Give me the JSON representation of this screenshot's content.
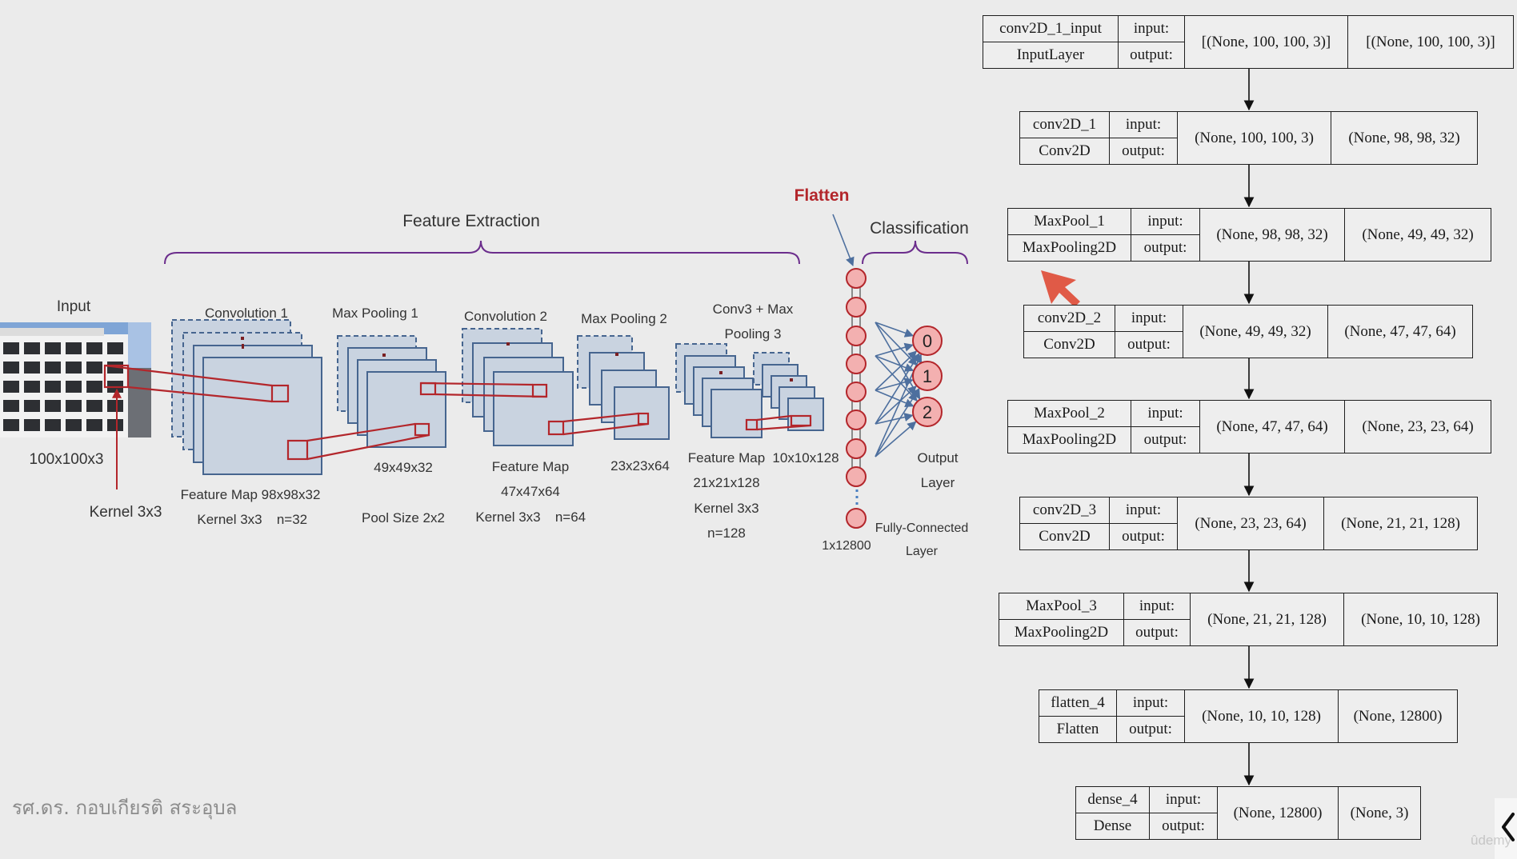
{
  "slide": {
    "sections": {
      "feature_extraction": "Feature Extraction",
      "flatten": "Flatten",
      "classification": "Classification"
    },
    "input": {
      "label": "Input",
      "size": "100x100x3",
      "kernel": "Kernel 3x3"
    },
    "conv1": {
      "title": "Convolution 1",
      "feature_map": "Feature Map 98x98x32",
      "kernel": "Kernel 3x3",
      "filters": "n=32"
    },
    "pool1": {
      "title": "Max Pooling 1",
      "size": "49x49x32",
      "pool": "Pool Size 2x2"
    },
    "conv2": {
      "title": "Convolution 2",
      "feature_map_label": "Feature Map",
      "feature_map_size": "47x47x64",
      "kernel": "Kernel 3x3",
      "filters": "n=64"
    },
    "pool2": {
      "title": "Max Pooling 2",
      "size": "23x23x64"
    },
    "conv3": {
      "title_line1": "Conv3 + Max",
      "title_line2": "Pooling 3",
      "feature_map_label": "Feature Map",
      "feature_map_size": "21x21x128",
      "kernel": "Kernel 3x3",
      "filters": "n=128",
      "pooled_size": "10x10x128"
    },
    "flatten_size": "1x12800",
    "output": {
      "classes": [
        "0",
        "1",
        "2"
      ],
      "label_line1": "Output",
      "label_line2": "Layer"
    },
    "fully_connected": {
      "line1": "Fully-Connected",
      "line2": "Layer"
    }
  },
  "model": {
    "input_label": "input:",
    "output_label": "output:",
    "layers": [
      {
        "name": "conv2D_1_input",
        "class_name": "InputLayer",
        "input_shape": "[(None, 100, 100, 3)]",
        "output_shape": "[(None, 100, 100, 3)]"
      },
      {
        "name": "conv2D_1",
        "class_name": "Conv2D",
        "input_shape": "(None, 100, 100, 3)",
        "output_shape": "(None, 98, 98, 32)"
      },
      {
        "name": "MaxPool_1",
        "class_name": "MaxPooling2D",
        "input_shape": "(None, 98, 98, 32)",
        "output_shape": "(None, 49, 49, 32)"
      },
      {
        "name": "conv2D_2",
        "class_name": "Conv2D",
        "input_shape": "(None, 49, 49, 32)",
        "output_shape": "(None, 47, 47, 64)"
      },
      {
        "name": "MaxPool_2",
        "class_name": "MaxPooling2D",
        "input_shape": "(None, 47, 47, 64)",
        "output_shape": "(None, 23, 23, 64)"
      },
      {
        "name": "conv2D_3",
        "class_name": "Conv2D",
        "input_shape": "(None, 23, 23, 64)",
        "output_shape": "(None, 21, 21, 128)"
      },
      {
        "name": "MaxPool_3",
        "class_name": "MaxPooling2D",
        "input_shape": "(None, 21, 21, 128)",
        "output_shape": "(None, 10, 10, 128)"
      },
      {
        "name": "flatten_4",
        "class_name": "Flatten",
        "input_shape": "(None, 10, 10, 128)",
        "output_shape": "(None, 12800)"
      },
      {
        "name": "dense_4",
        "class_name": "Dense",
        "input_shape": "(None, 12800)",
        "output_shape": "(None, 3)"
      }
    ]
  },
  "footer": {
    "author": "รศ.ดร. กอบเกียรติ สระอุบล"
  },
  "watermark": {
    "logo": "ûdemy"
  },
  "icons": {
    "cursor": "mouse-cursor-icon",
    "navigation": "chevron-left-icon"
  },
  "colors": {
    "bg": "#ebebeb",
    "red": "#b3262b",
    "purple": "#6b2d8c",
    "map-fill": "#c9d3e0",
    "map-stroke": "#46658f",
    "blue": "#4d6f9e",
    "neuron": "#f3b0b0",
    "cursor": "#e05a47",
    "text": "#333333"
  }
}
